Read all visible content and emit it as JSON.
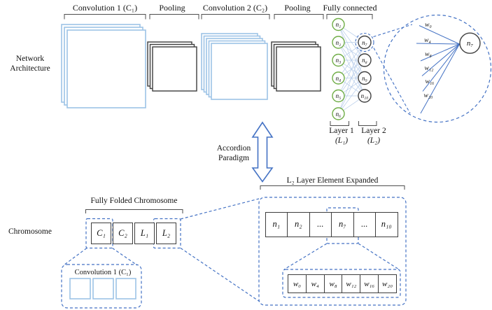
{
  "colors": {
    "stack_blue": "#9DC3E6",
    "node_green": "#70AD47",
    "dashed_blue": "#4472C4",
    "outline_dark": "#3d3d3d",
    "mesh_blue": "#b5cbe9"
  },
  "network": {
    "section_label": "Network Architecture",
    "stages": [
      {
        "label": "Convolution 1 (C₁)"
      },
      {
        "label": "Pooling"
      },
      {
        "label": "Convolution 2 (C₂)"
      },
      {
        "label": "Pooling"
      },
      {
        "label": "Fully connected"
      }
    ],
    "fc": {
      "layer1_nodes": [
        "n₁",
        "n₂",
        "n₃",
        "n₄",
        "n₅",
        "n₆"
      ],
      "layer2_nodes": [
        "n₇",
        "n₈",
        "n₉",
        "n₁₀"
      ],
      "layer1_caption": "Layer 1",
      "layer1_symbol": "(L₁)",
      "layer2_caption": "Layer 2",
      "layer2_symbol": "(L₂)"
    },
    "expanded_node": {
      "node_label": "n₇",
      "weights": [
        "w₀",
        "w₄",
        "w₈",
        "w₁₂",
        "w₁₆",
        "w₂₀"
      ]
    }
  },
  "accordion": {
    "line1": "Accordion",
    "line2": "Paradigm"
  },
  "chromosome": {
    "section_label": "Chromosome",
    "folded": {
      "title": "Fully Folded Chromosome",
      "cells": [
        "C₁",
        "C₂",
        "L₁",
        "L₂"
      ]
    },
    "conv1_expanded": {
      "title": "Convolution 1 (C₁)"
    },
    "l2_expanded": {
      "title": "L₂ Layer Element Expanded",
      "cells": [
        "n₁",
        "n₂",
        "...",
        "n₇",
        "...",
        "n₁₀"
      ],
      "weights": [
        "w₀",
        "w₄",
        "w₈",
        "w₁₂",
        "w₁₆",
        "w₂₀"
      ]
    }
  }
}
